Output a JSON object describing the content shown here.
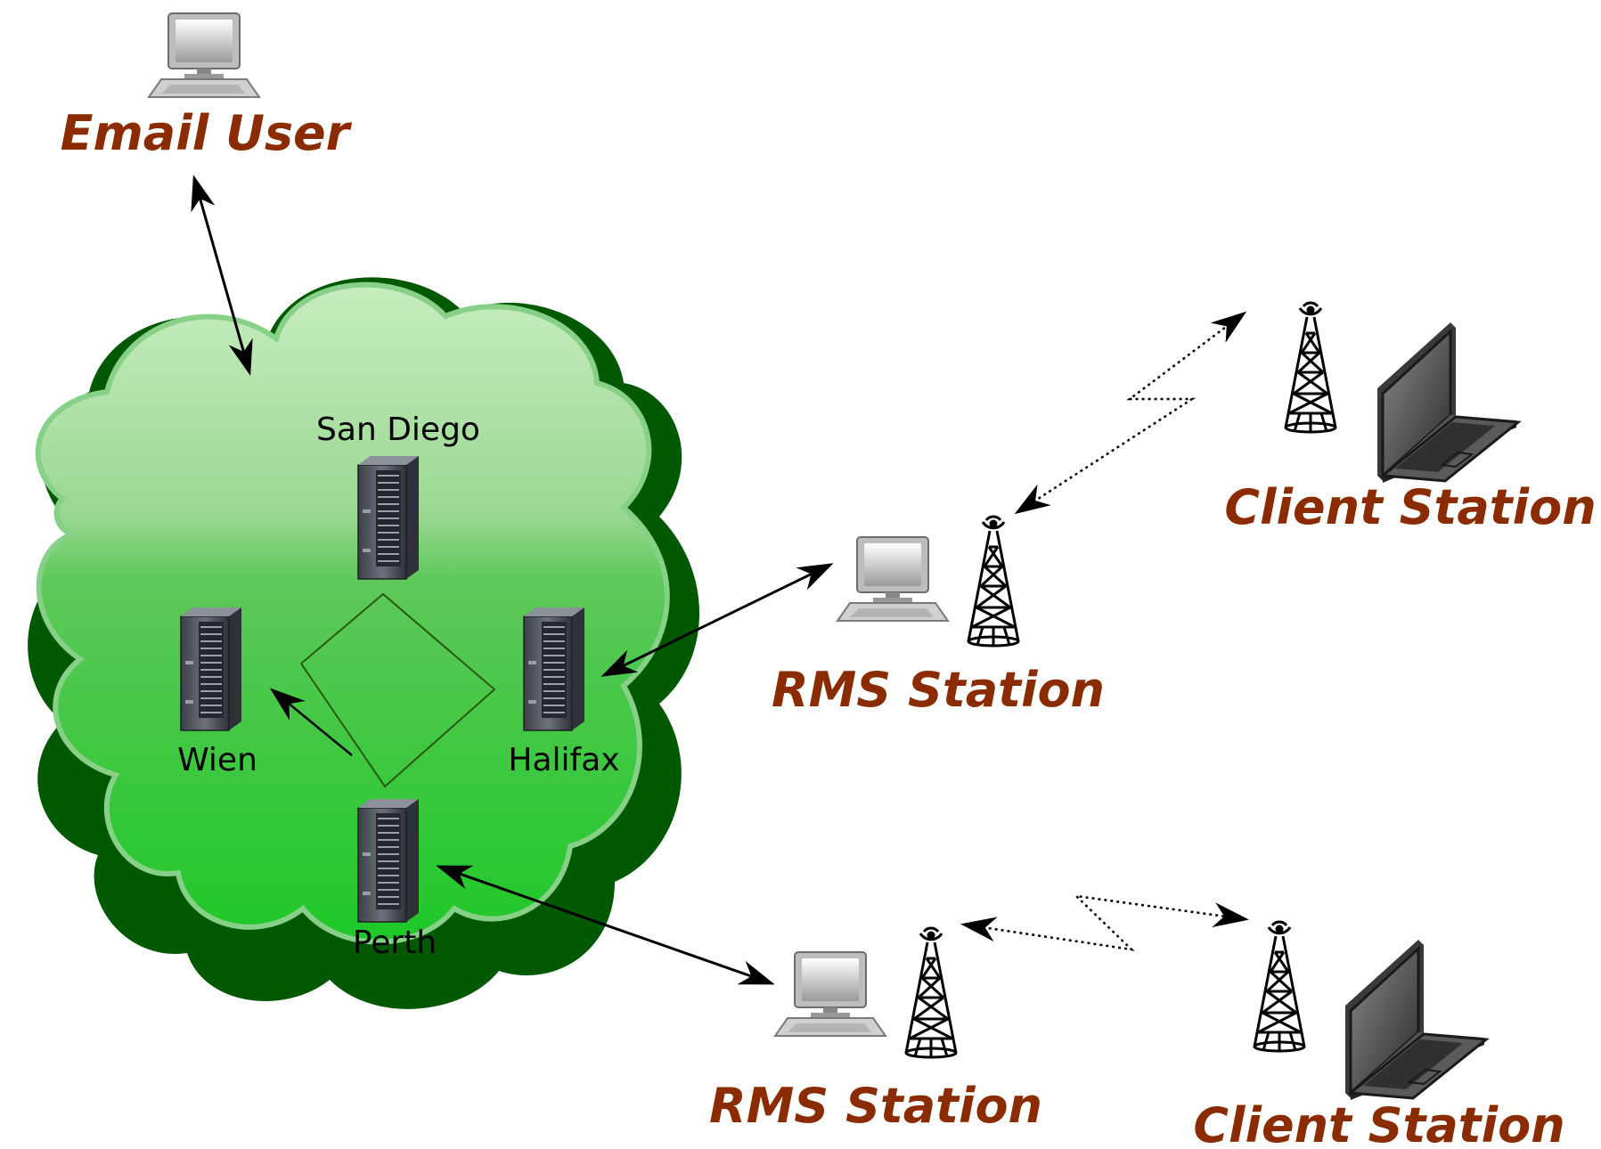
{
  "colors": {
    "label": "#8b2c00",
    "cloud_light": "#b8e6b0",
    "cloud_mid": "#5cc85a",
    "cloud_bright": "#22c22a",
    "cloud_dark": "#005a00",
    "arrow": "#000000"
  },
  "email_user": {
    "label": "Email User",
    "icon": "desktop-computer-icon"
  },
  "servers": {
    "san_diego": {
      "label": "San Diego",
      "icon": "server-tower-icon"
    },
    "wien": {
      "label": "Wien",
      "icon": "server-tower-icon"
    },
    "halifax": {
      "label": "Halifax",
      "icon": "server-tower-icon"
    },
    "perth": {
      "label": "Perth",
      "icon": "server-tower-icon"
    }
  },
  "rms_stations": [
    {
      "label": "RMS Station",
      "icons": [
        "desktop-computer-icon",
        "radio-tower-icon"
      ]
    },
    {
      "label": "RMS Station",
      "icons": [
        "desktop-computer-icon",
        "radio-tower-icon"
      ]
    }
  ],
  "client_stations": [
    {
      "label": "Client Station",
      "icons": [
        "radio-tower-icon",
        "laptop-icon"
      ]
    },
    {
      "label": "Client Station",
      "icons": [
        "radio-tower-icon",
        "laptop-icon"
      ]
    }
  ]
}
